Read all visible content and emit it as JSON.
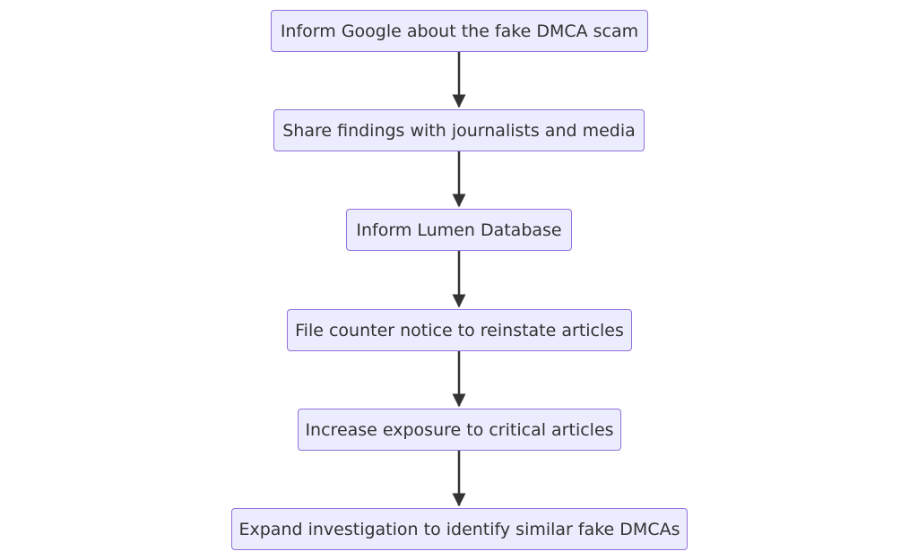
{
  "flowchart": {
    "nodes": [
      {
        "id": "n1",
        "label": "Inform Google about the fake DMCA scam"
      },
      {
        "id": "n2",
        "label": "Share findings with journalists and media"
      },
      {
        "id": "n3",
        "label": "Inform Lumen Database"
      },
      {
        "id": "n4",
        "label": "File counter notice to reinstate articles"
      },
      {
        "id": "n5",
        "label": "Increase exposure to critical articles"
      },
      {
        "id": "n6",
        "label": "Expand investigation to identify similar fake DMCAs"
      }
    ],
    "edges": [
      {
        "from": "n1",
        "to": "n2"
      },
      {
        "from": "n2",
        "to": "n3"
      },
      {
        "from": "n3",
        "to": "n4"
      },
      {
        "from": "n4",
        "to": "n5"
      },
      {
        "from": "n5",
        "to": "n6"
      }
    ],
    "colors": {
      "node_fill": "#ececff",
      "node_border": "#9370db",
      "edge": "#333333",
      "text": "#333333"
    }
  }
}
